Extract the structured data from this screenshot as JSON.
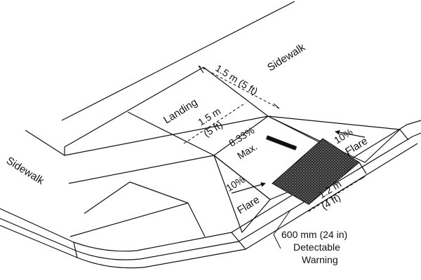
{
  "labels": {
    "sidewalk_upper": "Sidewalk",
    "sidewalk_left": "Sidewalk",
    "landing": "Landing",
    "landing_width": "1.5 m (5 ft)",
    "landing_depth_line1": "1.5 m",
    "landing_depth_line2": "(5 ft)",
    "slope_value": "8.33%",
    "slope_max": "Max.",
    "flare_left_pct": "10%",
    "flare_left": "Flare",
    "flare_right_pct": "10%",
    "flare_right": "Flare",
    "warning_depth_line1": "1.2 m",
    "warning_depth_line2": "(4 ft)",
    "warning_line1": "600 mm (24 in)",
    "warning_line2": "Detectable",
    "warning_line3": "Warning"
  },
  "colors": {
    "line": "#111111",
    "warning_fill": "#2a2a2a",
    "background": "#ffffff"
  }
}
